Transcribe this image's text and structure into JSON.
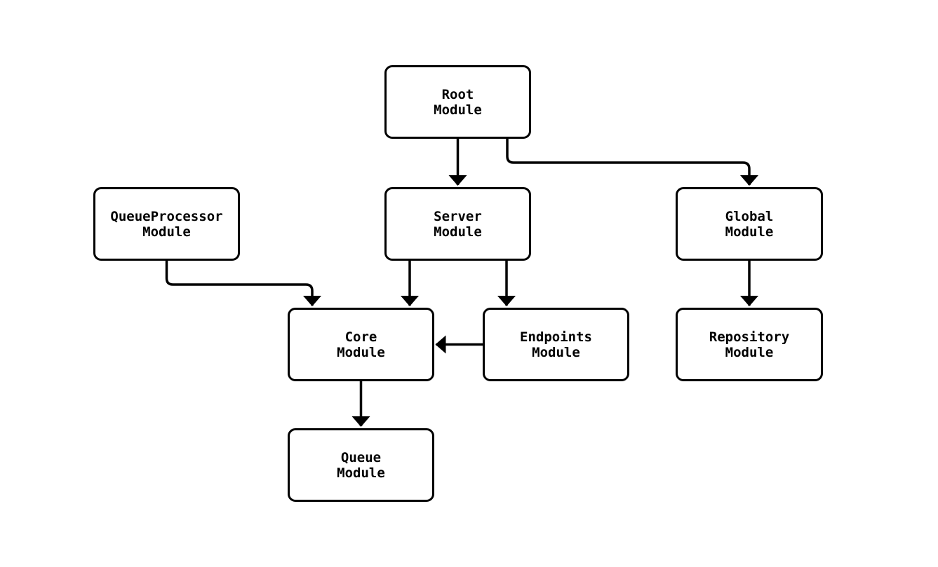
{
  "page": {
    "background_color": "#ffffff"
  },
  "diagram": {
    "type": "module-dependency-graph",
    "colors": {
      "node_border": "#000000",
      "node_fill": "#ffffff",
      "edge": "#000000",
      "text": "#000000"
    },
    "nodes": [
      {
        "id": "root",
        "line1": "Root",
        "line2": "Module"
      },
      {
        "id": "server",
        "line1": "Server",
        "line2": "Module"
      },
      {
        "id": "global",
        "line1": "Global",
        "line2": "Module"
      },
      {
        "id": "queueprocessor",
        "line1": "QueueProcessor",
        "line2": "Module"
      },
      {
        "id": "core",
        "line1": "Core",
        "line2": "Module"
      },
      {
        "id": "endpoints",
        "line1": "Endpoints",
        "line2": "Module"
      },
      {
        "id": "repository",
        "line1": "Repository",
        "line2": "Module"
      },
      {
        "id": "queue",
        "line1": "Queue",
        "line2": "Module"
      }
    ],
    "edges": [
      {
        "from": "root",
        "to": "server"
      },
      {
        "from": "root",
        "to": "global"
      },
      {
        "from": "queueprocessor",
        "to": "core"
      },
      {
        "from": "server",
        "to": "core"
      },
      {
        "from": "server",
        "to": "endpoints"
      },
      {
        "from": "endpoints",
        "to": "core"
      },
      {
        "from": "global",
        "to": "repository"
      },
      {
        "from": "core",
        "to": "queue"
      }
    ]
  }
}
